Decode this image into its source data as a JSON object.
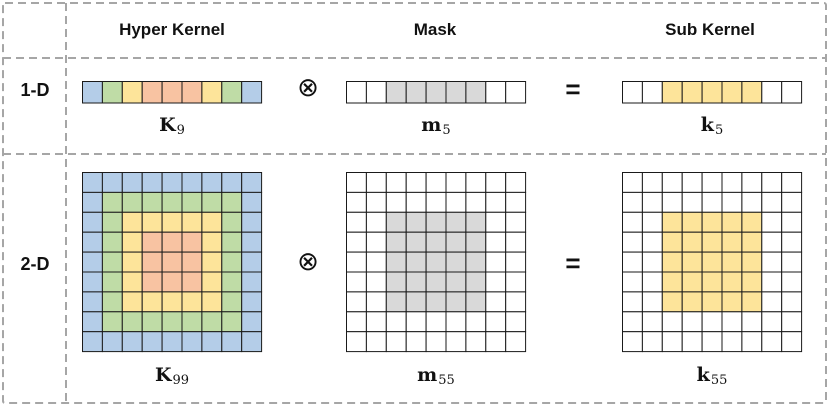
{
  "headers": {
    "hyper_kernel": "Hyper Kernel",
    "mask": "Mask",
    "sub_kernel": "Sub Kernel"
  },
  "rows": {
    "one_d": "1-D",
    "two_d": "2-D"
  },
  "operators": {
    "product": "⊗",
    "equals": "="
  },
  "captions": {
    "k9_base": "K",
    "k9_sub": "9",
    "m5_base": "m",
    "m5_sub": "5",
    "k5_base": "k",
    "k5_sub": "5",
    "k99_base": "K",
    "k99_sub": "99",
    "m55_base": "m",
    "m55_sub": "55",
    "k55_base": "k",
    "k55_sub": "55"
  },
  "colors": {
    "blue": "#b4cde8",
    "green": "#bfdca6",
    "yellow": "#fde49a",
    "orange": "#f8c3a2",
    "gray": "#d9d9d9",
    "white": "#ffffff",
    "line": "#1a1a1a",
    "dash": "#a6a6a6"
  },
  "hyper_1d": [
    "blue",
    "green",
    "yellow",
    "orange",
    "orange",
    "orange",
    "yellow",
    "green",
    "blue"
  ],
  "mask_1d": [
    "white",
    "white",
    "gray",
    "gray",
    "gray",
    "gray",
    "gray",
    "white",
    "white"
  ],
  "sub_1d": [
    "white",
    "white",
    "yellow",
    "yellow",
    "yellow",
    "yellow",
    "yellow",
    "white",
    "white"
  ],
  "hyper_2d_rings": [
    "blue",
    "green",
    "yellow",
    "orange",
    "orange"
  ],
  "mask_2d": {
    "size": 9,
    "fill": "gray",
    "start": 2,
    "end": 6
  },
  "sub_2d": {
    "size": 9,
    "fill": "yellow",
    "start": 2,
    "end": 6
  }
}
